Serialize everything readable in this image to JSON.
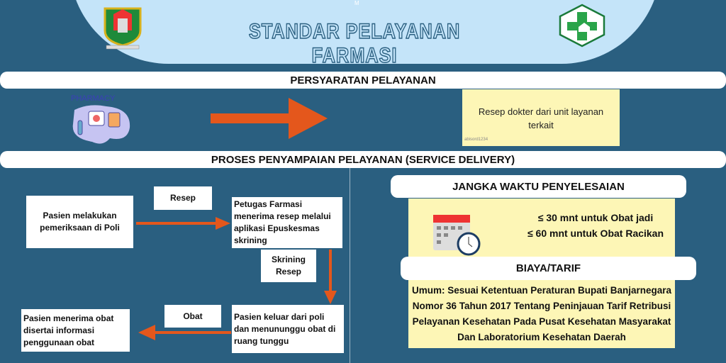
{
  "header": {
    "title": "STANDAR PELAYANAN FARMASI",
    "top_mark": "M"
  },
  "requirements": {
    "heading": "PERSYARATAN PELAYANAN",
    "illustration_label": "PHARMACY",
    "note": "Resep dokter dari unit layanan terkait",
    "watermark": "abisord1234"
  },
  "process": {
    "heading": "PROSES PENYAMPAIAN PELAYANAN (SERVICE DELIVERY)",
    "steps": [
      "Pasien melakukan pemeriksaan di Poli",
      "Petugas Farmasi menerima resep melalui aplikasi Epuskesmas skrining",
      "Pasien keluar dari poli dan menununggu obat di ruang tunggu",
      "Pasien menerima obat disertai informasi penggunaan obat"
    ],
    "labels": [
      "Resep",
      "Skrining Resep",
      "Obat"
    ]
  },
  "time": {
    "heading": "JANGKA WAKTU PENYELESAIAN",
    "lines": [
      "≤ 30 mnt untuk Obat jadi",
      "≤ 60 mnt untuk Obat Racikan"
    ]
  },
  "fee": {
    "heading": "BIAYA/TARIF",
    "text": "Umum: Sesuai Ketentuan Peraturan Bupati Banjarnegara Nomor 36 Tahun 2017 Tentang Peninjauan Tarif Retribusi Pelayanan Kesehatan Pada Pusat Kesehatan Masyarakat Dan Laboratorium Kesehatan Daerah"
  },
  "colors": {
    "background": "#2a5f80",
    "header": "#c4e4f9",
    "arrow": "#e4571c",
    "note": "#fdf6b6"
  }
}
